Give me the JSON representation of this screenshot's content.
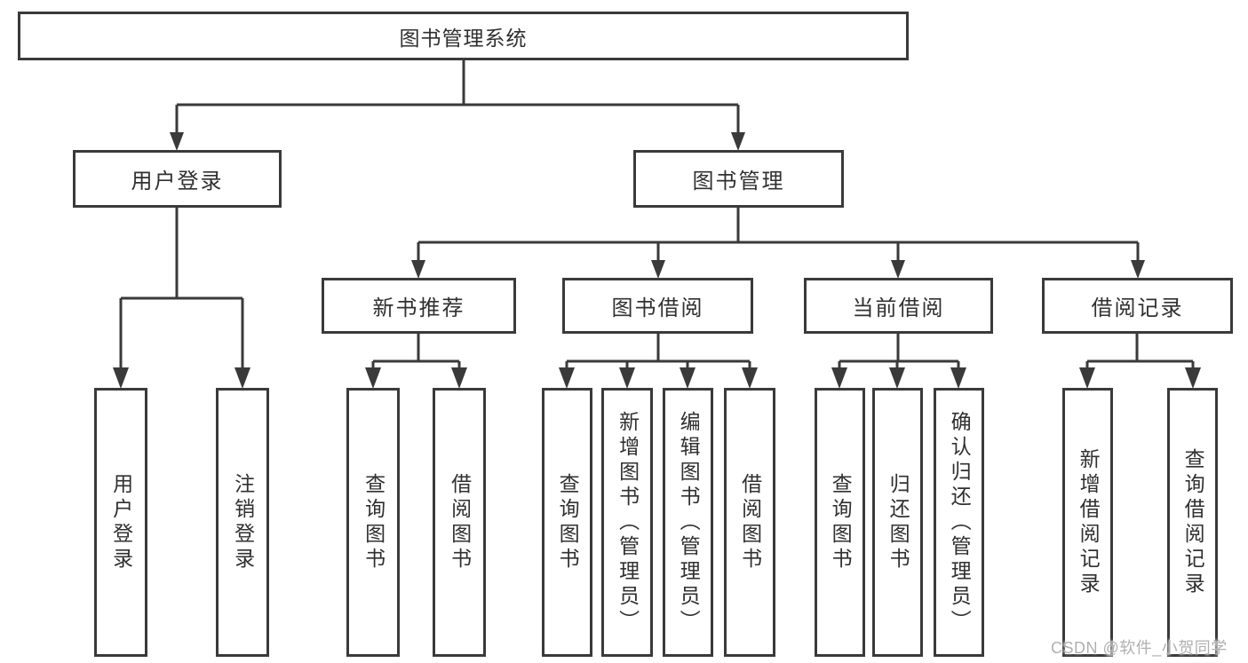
{
  "diagram": {
    "type": "hierarchy-tree",
    "tree": {
      "root": {
        "label": "图书管理系统"
      },
      "children": [
        {
          "label": "用户登录",
          "children": [
            {
              "label": "用户登录"
            },
            {
              "label": "注销登录"
            }
          ]
        },
        {
          "label": "图书管理",
          "children": [
            {
              "label": "新书推荐",
              "children": [
                {
                  "label": "查询图书"
                },
                {
                  "label": "借阅图书"
                }
              ]
            },
            {
              "label": "图书借阅",
              "children": [
                {
                  "label": "查询图书"
                },
                {
                  "label": "新增图书（管理员）"
                },
                {
                  "label": "编辑图书（管理员）"
                },
                {
                  "label": "借阅图书"
                }
              ]
            },
            {
              "label": "当前借阅",
              "children": [
                {
                  "label": "查询图书"
                },
                {
                  "label": "归还图书"
                },
                {
                  "label": "确认归还（管理员）"
                }
              ]
            },
            {
              "label": "借阅记录",
              "children": [
                {
                  "label": "新增借阅记录"
                },
                {
                  "label": "查询借阅记录"
                }
              ]
            }
          ]
        }
      ]
    },
    "colors": {
      "line": "#3a3a3a",
      "text": "#303030",
      "background": "#ffffff",
      "watermark": "#b0b0b0"
    }
  },
  "watermark": {
    "text": "CSDN @软件_小贺同学"
  }
}
